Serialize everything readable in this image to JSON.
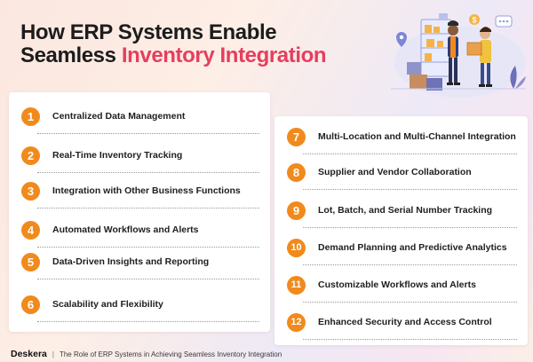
{
  "title": {
    "line1": "How ERP Systems Enable",
    "line2_plain": "Seamless",
    "line2_accent": "Inventory Integration"
  },
  "left_items": [
    {
      "num": "1",
      "label": "Centralized Data Management"
    },
    {
      "num": "2",
      "label": "Real-Time Inventory Tracking"
    },
    {
      "num": "3",
      "label": "Integration with Other Business Functions"
    },
    {
      "num": "4",
      "label": "Automated Workflows and Alerts"
    },
    {
      "num": "5",
      "label": "Data-Driven Insights and Reporting"
    },
    {
      "num": "6",
      "label": "Scalability and Flexibility"
    }
  ],
  "right_items": [
    {
      "num": "7",
      "label": "Multi-Location and Multi-Channel Integration"
    },
    {
      "num": "8",
      "label": "Supplier and Vendor Collaboration"
    },
    {
      "num": "9",
      "label": "Lot, Batch, and Serial Number Tracking"
    },
    {
      "num": "10",
      "label": "Demand Planning and Predictive Analytics"
    },
    {
      "num": "11",
      "label": "Customizable Workflows and Alerts"
    },
    {
      "num": "12",
      "label": "Enhanced Security and Access Control"
    }
  ],
  "footer": {
    "brand": "Deskera",
    "separator": "|",
    "caption": "The Role of ERP Systems in Achieving Seamless Inventory Integration"
  },
  "colors": {
    "badge": "#f18a1c",
    "accent": "#e63e5c",
    "title": "#1c1c1c"
  },
  "illustration": {
    "icons": [
      "two-people-with-boxes",
      "shelf-with-boxes",
      "dollar-coin-icon",
      "chat-bubble-icon",
      "location-pin-icon"
    ]
  }
}
